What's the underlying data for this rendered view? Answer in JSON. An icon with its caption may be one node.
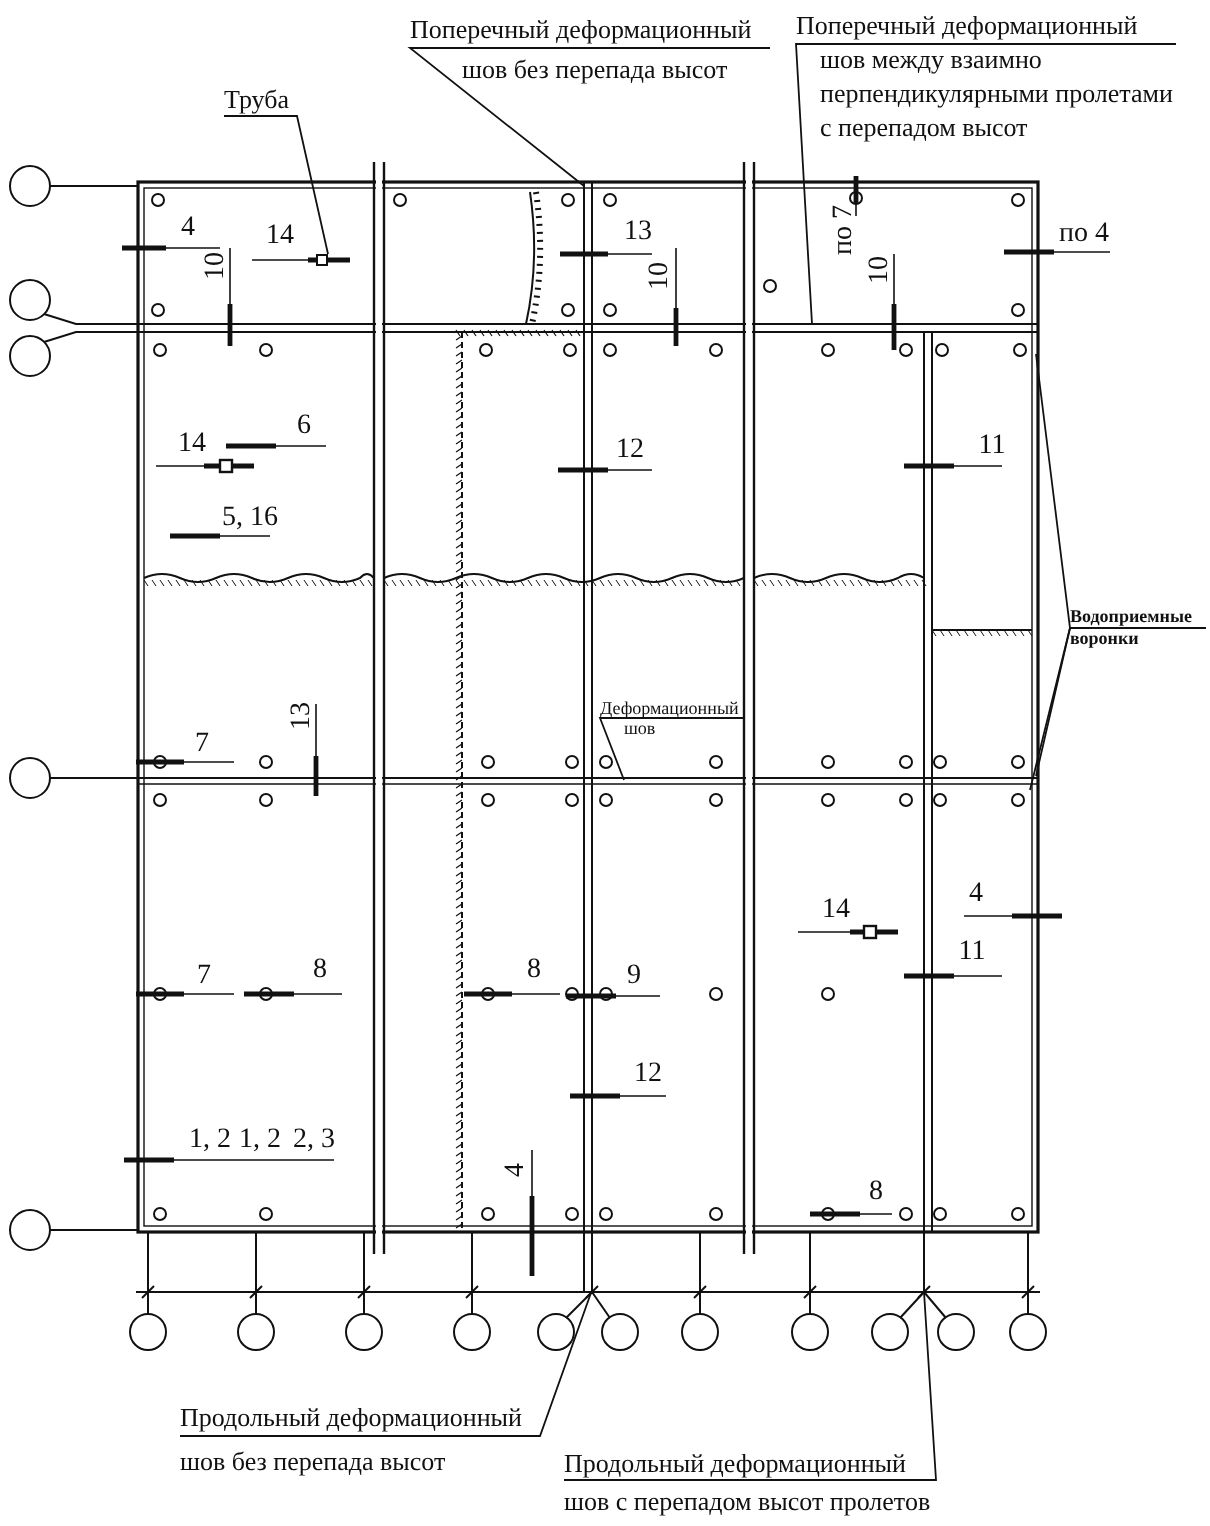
{
  "diagram": {
    "nodes": [
      {
        "text": [
          "Поперечный деформационный шов без перепада высот"
        ]
      },
      {
        "text": [
          "Поперечный деформационный шов между взаимно перпендикулярными пролетами с перепадом высот"
        ]
      },
      {
        "text": [
          "Труба"
        ]
      },
      {
        "text": [
          "Водоприемные воронки"
        ]
      },
      {
        "text": [
          "Деформационный шов"
        ]
      },
      {
        "text": [
          "Продольный деформационный шов без перепада высот"
        ]
      },
      {
        "text": [
          "Продольный деформационный шов с перепадом высот пролетов"
        ]
      },
      {
        "text": [],
        "shape": "box"
      }
    ],
    "edges": [
      {
        "from": 0,
        "to": null,
        "arrow": "none"
      },
      {
        "from": 1,
        "to": null,
        "arrow": "none"
      },
      {
        "from": 2,
        "to": 7,
        "arrow": "none"
      },
      {
        "from": 3,
        "to": null,
        "arrow": "none"
      },
      {
        "from": 3,
        "to": null,
        "arrow": "none"
      },
      {
        "from": 3,
        "to": null,
        "arrow": "none"
      },
      {
        "from": 4,
        "to": null,
        "arrow": "none"
      },
      {
        "from": 5,
        "to": null,
        "arrow": "none"
      },
      {
        "from": 6,
        "to": null,
        "arrow": "none"
      }
    ],
    "labels": [
      "4",
      "14",
      "10",
      "13",
      "10",
      "по 7",
      "10",
      "по 4",
      "6",
      "14",
      "12",
      "11",
      "5, 16",
      "13",
      "7",
      "4",
      "14",
      "11",
      "7",
      "8",
      "8",
      "9",
      "12",
      "1, 2",
      "1, 2",
      "2, 3",
      "4",
      "8"
    ]
  }
}
